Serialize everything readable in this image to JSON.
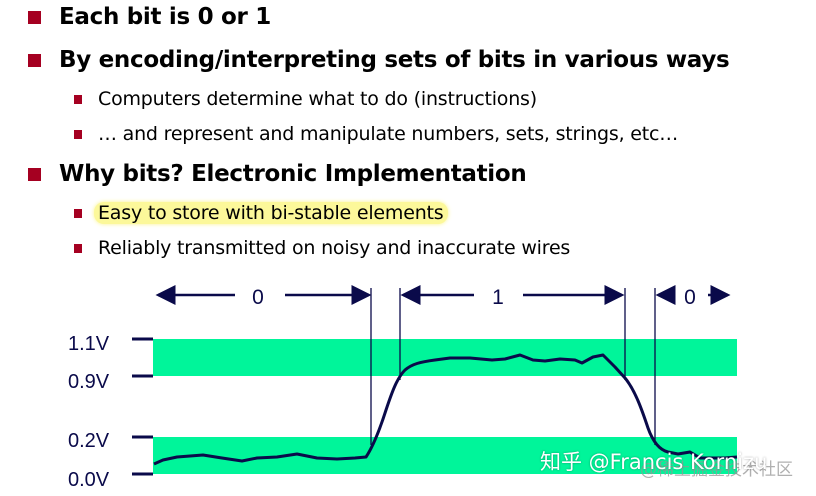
{
  "slide": {
    "bullets": [
      {
        "level": 1,
        "text": "Each bit is 0 or 1"
      },
      {
        "level": 1,
        "text": "By encoding/interpreting sets of bits in various ways"
      },
      {
        "level": 2,
        "text": "Computers determine what to do (instructions)"
      },
      {
        "level": 2,
        "text": "… and represent and manipulate numbers, sets, strings, etc…"
      },
      {
        "level": 1,
        "text": "Why bits?  Electronic Implementation"
      },
      {
        "level": 2,
        "text": "Easy to store with bi-stable elements",
        "highlighted": true
      },
      {
        "level": 2,
        "text": "Reliably transmitted on noisy and inaccurate wires"
      }
    ],
    "colors": {
      "bullet": "#a50021",
      "band": "#00f59a",
      "wave": "#0a0a4a",
      "highlight": "#fcf89a"
    }
  },
  "diagram": {
    "voltage_labels": [
      "1.1V",
      "0.9V",
      "0.2V",
      "0.0V"
    ],
    "bit_labels": [
      "0",
      "1",
      "0"
    ],
    "bands": [
      {
        "name": "high",
        "from": "0.9V",
        "to": "1.1V"
      },
      {
        "name": "low",
        "from": "0.0V",
        "to": "0.2V"
      }
    ]
  },
  "watermark": {
    "primary": "知乎 @Francis Kornizu",
    "secondary": "@稀土掘金技术社区"
  }
}
